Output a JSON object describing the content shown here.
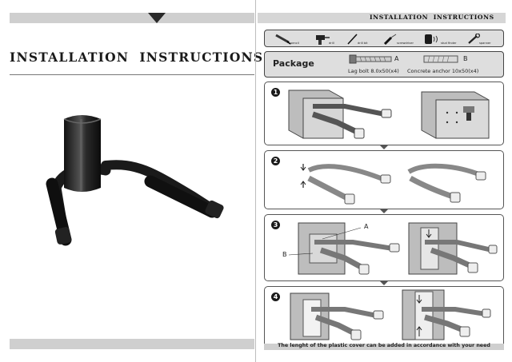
{
  "left_page": {
    "title": "INSTALLATION  INSTRUCTIONS"
  },
  "right_page": {
    "header_title": "INSTALLATION  INSTRUCTIONS",
    "tools": [
      {
        "label": "pencil",
        "icon": "pencil-icon"
      },
      {
        "label": "drill",
        "icon": "drill-icon"
      },
      {
        "label": "drill bit",
        "icon": "drill-bit-icon"
      },
      {
        "label": "screwdriver",
        "icon": "screwdriver-icon"
      },
      {
        "label": "stud finder",
        "icon": "stud-finder-icon"
      },
      {
        "label": "spanner",
        "icon": "spanner-icon"
      }
    ],
    "package": {
      "title": "Package",
      "item_a_letter": "A",
      "item_b_letter": "B",
      "item_a_text": "Lag bolt 8.0x50(x4)",
      "item_b_text": "Concrete anchor 10x50(x4)"
    },
    "steps": [
      "1",
      "2",
      "3",
      "4"
    ],
    "step3_callouts": {
      "a": "A",
      "b": "B"
    },
    "footer_note": "The lenght of the plastic cover can be added in accordance with your need"
  }
}
